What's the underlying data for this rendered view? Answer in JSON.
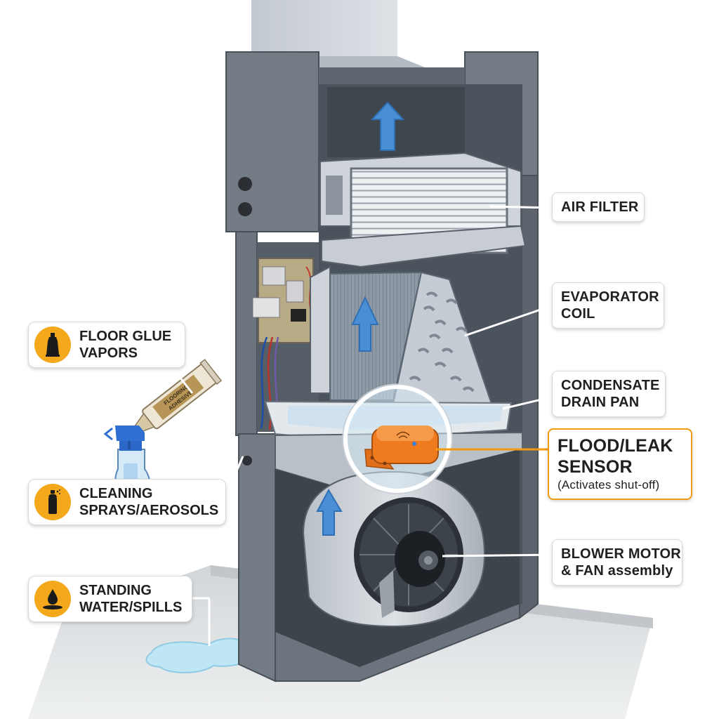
{
  "labels": {
    "air_filter": [
      "AIR FILTER"
    ],
    "evaporator_coil": [
      "EVAPORATOR",
      "COIL"
    ],
    "condensate_drain_pan": [
      "CONDENSATE",
      "DRAIN PAN"
    ],
    "flood_leak_sensor": [
      "FLOOD/LEAK",
      "SENSOR"
    ],
    "flood_leak_sensor_note": "(Activates shut-off)",
    "blower_motor": [
      "BLOWER MOTOR",
      "& FAN assembly"
    ]
  },
  "hazards": {
    "floor_glue": {
      "lines": [
        "FLOOR GLUE",
        "VAPORS"
      ],
      "icon": "glue-tube-icon"
    },
    "cleaning_sprays": {
      "lines": [
        "CLEANING",
        "SPRAYS/AEROSOLS"
      ],
      "icon": "aerosol-can-icon"
    },
    "standing_water": {
      "lines": [
        "STANDING",
        "WATER/SPILLS"
      ],
      "icon": "water-drop-icon"
    }
  },
  "product_text": {
    "glue_tube": [
      "FLOORING",
      "ADHESIVE"
    ]
  },
  "colors": {
    "cabinet": "#737b85",
    "cabinet_dark": "#5c636c",
    "interior": "#4b535c",
    "airflow_arrow": "#4a8fd6",
    "sensor": "#f07a1e",
    "hazard_badge": "#f4a81b",
    "water": "#bfe6f5"
  }
}
